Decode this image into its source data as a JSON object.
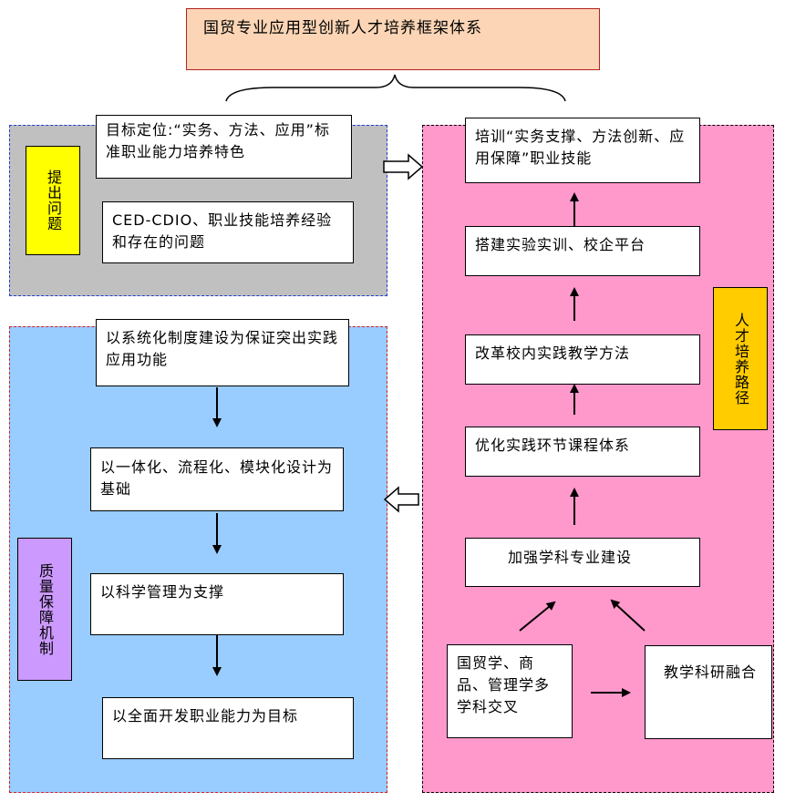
{
  "title": "国贸专业应用型创新人才培养框架体系",
  "problem_panel": {
    "label": "提出问题",
    "boxes": [
      "目标定位:“实务、方法、应用”标准职业能力培养特色",
      "CED-CDIO、职业技能培养经验和存在的问题"
    ]
  },
  "quality_panel": {
    "label": "质量保障机制",
    "boxes": [
      "以系统化制度建设为保证突出实践应用功能",
      "以一体化、流程化、模块化设计为基础",
      "以科学管理为支撑",
      "以全面开发职业能力为目标"
    ]
  },
  "path_panel": {
    "label": "人才培养路径",
    "boxes": [
      "培训“实务支撑、方法创新、应用保障”职业技能",
      "搭建实验实训、校企平台",
      "改革校内实践教学方法",
      "优化实践环节课程体系",
      "加强学科专业建设",
      "国贸学、商品、管理学多学科交叉",
      "教学科研融合"
    ]
  },
  "colors": {
    "title_bg": "#fbd5b5",
    "problem_bg": "#c0c0c0",
    "quality_bg": "#99ccff",
    "path_bg": "#ff99cc",
    "label_yellow": "#ffff00",
    "label_purple": "#cc99ff",
    "label_orange": "#ffcc00"
  }
}
